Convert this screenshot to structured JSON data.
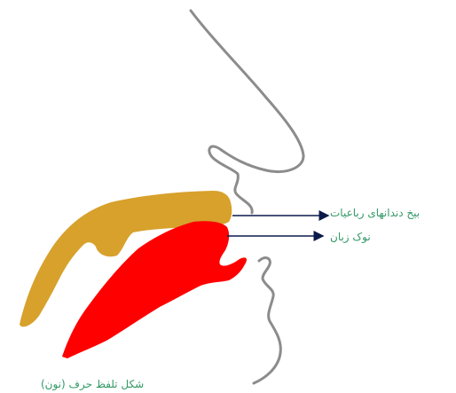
{
  "labels": {
    "tooth_root": "بیخ دندانهای رباعیات",
    "tongue_tip": "نوک زبان"
  },
  "caption": "شکل تلفظ حرف (نون)",
  "colors": {
    "text": "#339966",
    "palate": "#d7a12c",
    "tongue": "#ff0000",
    "outline": "#8c8c8c",
    "arrow": "#0b1a4a"
  }
}
